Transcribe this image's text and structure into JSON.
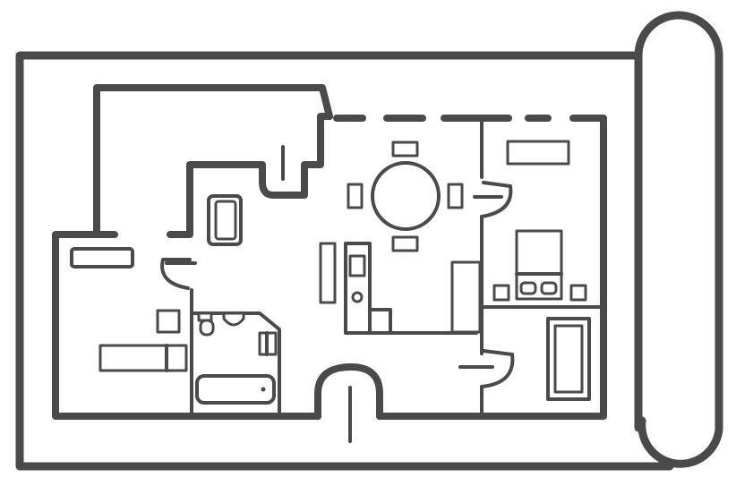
{
  "diagram": {
    "kind": "floor-plan-on-scroll",
    "stroke_color": "#4a4a4a",
    "background_color": "#ffffff",
    "rooms": [
      "living-room",
      "dining-area",
      "kitchen",
      "bathroom",
      "bedroom",
      "study",
      "hallway"
    ],
    "icons": [
      "paper-scroll-icon",
      "sofa-icon",
      "dining-table-icon",
      "bed-icon",
      "bathtub-icon",
      "toilet-icon",
      "sink-icon"
    ]
  }
}
